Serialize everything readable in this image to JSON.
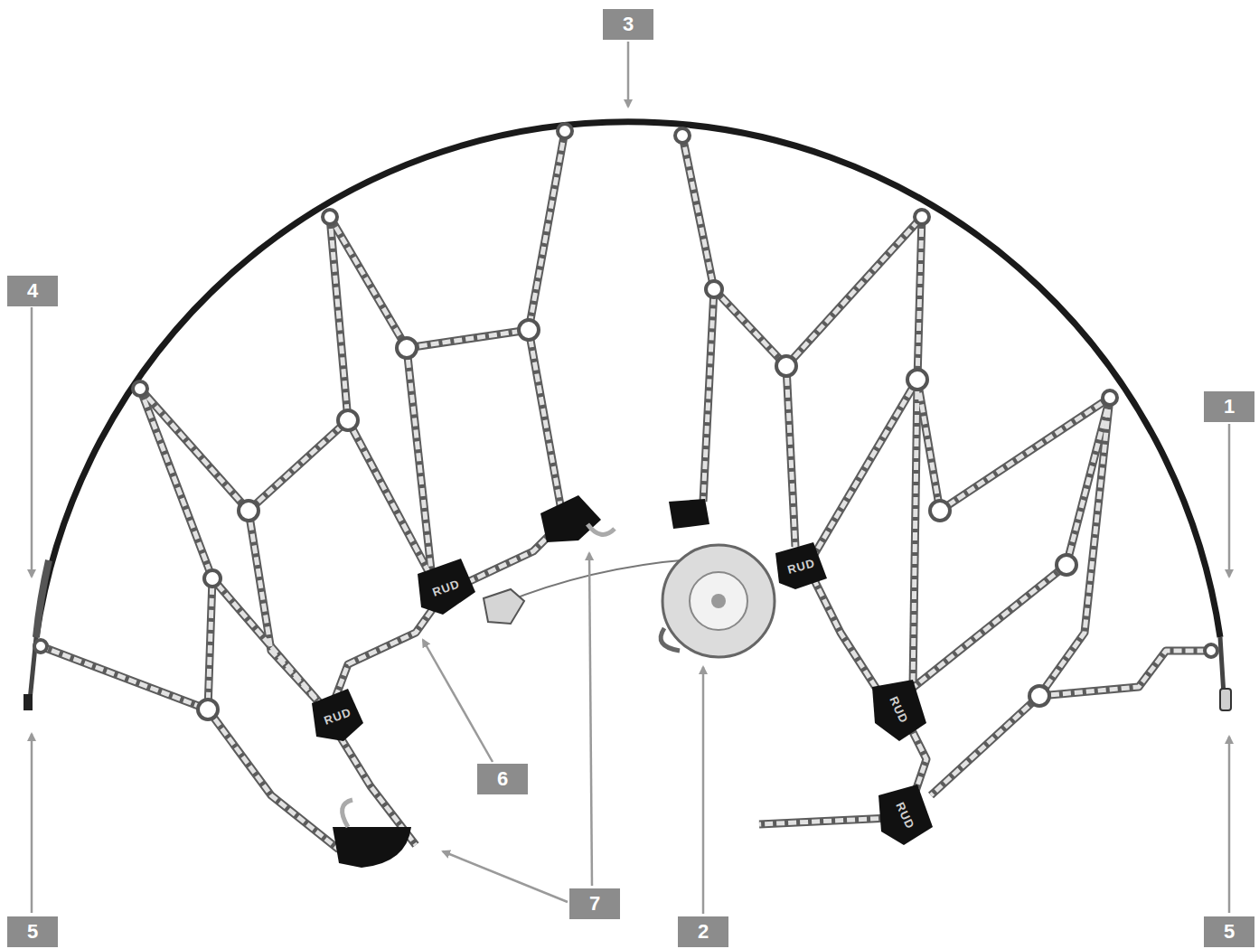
{
  "diagram": {
    "labels": [
      "3",
      "4",
      "1",
      "RUD",
      "RUD",
      "6",
      "7",
      "2",
      "RUD",
      "RUD",
      "RUD",
      "5",
      "5"
    ]
  }
}
